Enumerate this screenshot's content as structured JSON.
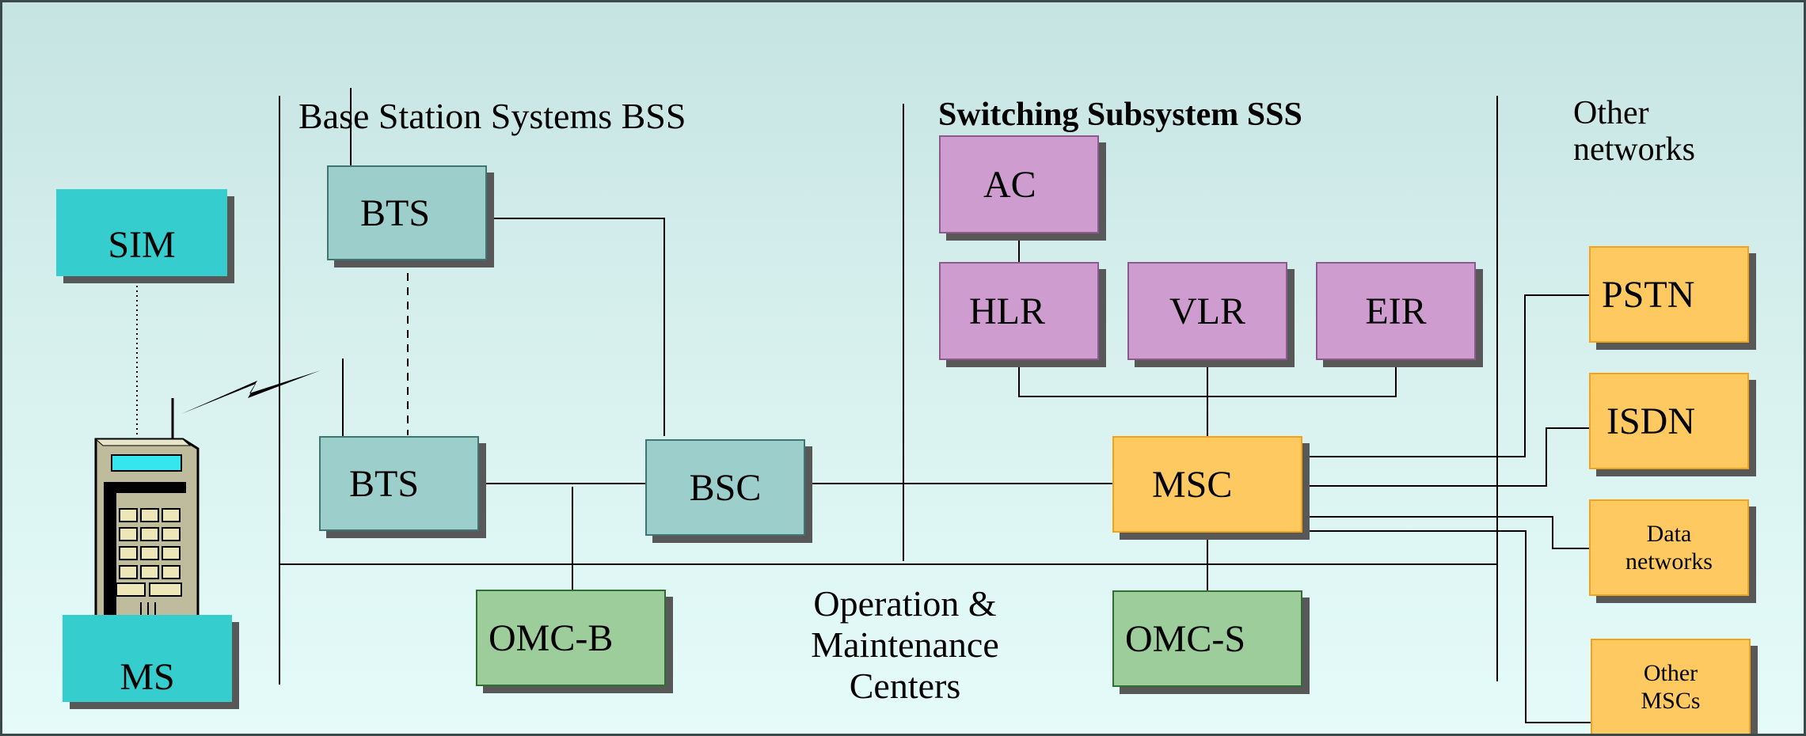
{
  "sections": {
    "bss": "Base Station Systems BSS",
    "sss": "Switching Subsystem SSS",
    "other_line1": "Other",
    "other_line2": "networks",
    "omc_line1": "Operation &",
    "omc_line2": "Maintenance",
    "omc_line3": "Centers"
  },
  "nodes": {
    "sim": "SIM",
    "ms": "MS",
    "bts_top": "BTS",
    "bts_bottom": "BTS",
    "bsc": "BSC",
    "ac": "AC",
    "hlr": "HLR",
    "vlr": "VLR",
    "eir": "EIR",
    "msc": "MSC",
    "omc_b": "OMC-B",
    "omc_s": "OMC-S"
  },
  "networks": {
    "pstn": "PSTN",
    "isdn": "ISDN",
    "data_line1": "Data",
    "data_line2": "networks",
    "other_msc_line1": "Other",
    "other_msc_line2": "MSCs"
  },
  "colors": {
    "bss_boxes": "#9ccfcc",
    "terminal_boxes": "#35cdcd",
    "database_boxes": "#cf9ccf",
    "switching_boxes": "#ffc961",
    "omc_boxes": "#9ccd9a",
    "shadow": "#585858"
  },
  "icons": [
    "radio-link-icon",
    "mobile-phone-icon"
  ]
}
